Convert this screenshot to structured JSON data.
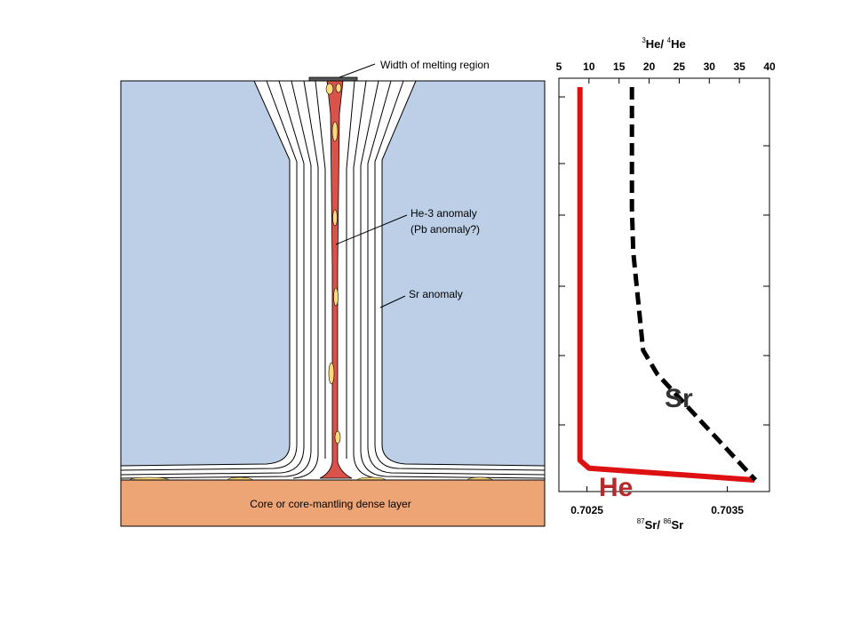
{
  "diagram": {
    "labels": {
      "melting_width": "Width of melting region",
      "he3_anomaly": "He-3 anomaly",
      "pb_anomaly": "(Pb anomaly?)",
      "sr_anomaly": "Sr anomaly",
      "core_layer": "Core or core-mantling dense layer"
    },
    "colors": {
      "mantle": "#bccfe7",
      "core": "#eda576",
      "conduit": "#d9534a",
      "pocket": "#fddb7c",
      "outline": "#000000"
    }
  },
  "chart_data": {
    "type": "line",
    "top_axis": {
      "label_parts": [
        "3",
        "He/ ",
        "4",
        "He"
      ],
      "range": [
        5,
        40
      ],
      "ticks": [
        "5",
        "10",
        "15",
        "20",
        "25",
        "30",
        "35",
        "40"
      ]
    },
    "bottom_axis": {
      "label_parts": [
        "87",
        "Sr/ ",
        "86",
        "Sr"
      ],
      "range": [
        0.7023,
        0.7038
      ],
      "ticks": [
        "0.7025",
        "0.7035"
      ]
    },
    "series": [
      {
        "name": "He",
        "axis": "top",
        "color": "#dd1111",
        "style": "solid",
        "x": [
          8.5,
          8.5,
          10,
          37.5
        ],
        "depth": [
          0.0,
          0.95,
          0.97,
          1.0
        ]
      },
      {
        "name": "Sr",
        "axis": "bottom",
        "color": "#000000",
        "style": "dashed",
        "x": [
          0.70282,
          0.70282,
          0.70283,
          0.7029,
          0.703,
          0.7037
        ],
        "depth": [
          0.0,
          0.31,
          0.42,
          0.67,
          0.73,
          1.0
        ]
      }
    ]
  }
}
